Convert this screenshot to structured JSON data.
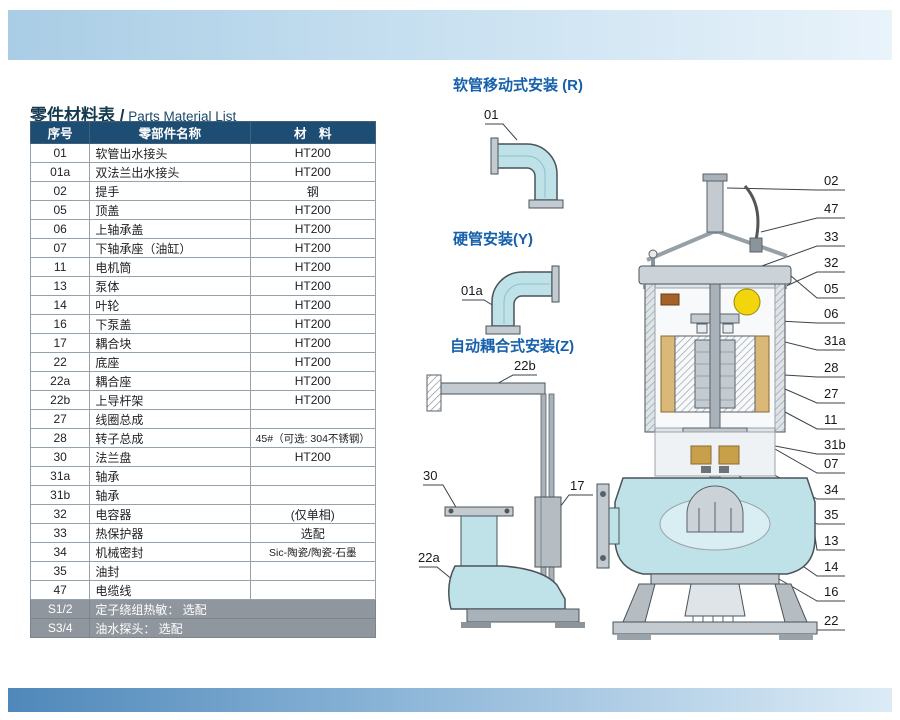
{
  "title": {
    "zh": "零件材料表 /",
    "en": " Parts Material List"
  },
  "table": {
    "headers": [
      "序号",
      "零部件名称",
      "材　料"
    ],
    "rows": [
      {
        "no": "01",
        "name": "软管出水接头",
        "material": "HT200"
      },
      {
        "no": "01a",
        "name": "双法兰出水接头",
        "material": "HT200"
      },
      {
        "no": "02",
        "name": "提手",
        "material": "钢"
      },
      {
        "no": "05",
        "name": "顶盖",
        "material": "HT200"
      },
      {
        "no": "06",
        "name": "上轴承盖",
        "material": "HT200"
      },
      {
        "no": "07",
        "name": "下轴承座（油缸）",
        "material": "HT200"
      },
      {
        "no": "11",
        "name": "电机筒",
        "material": "HT200"
      },
      {
        "no": "13",
        "name": "泵体",
        "material": "HT200"
      },
      {
        "no": "14",
        "name": "叶轮",
        "material": "HT200"
      },
      {
        "no": "16",
        "name": "下泵盖",
        "material": "HT200"
      },
      {
        "no": "17",
        "name": "耦合块",
        "material": "HT200"
      },
      {
        "no": "22",
        "name": "底座",
        "material": "HT200"
      },
      {
        "no": "22a",
        "name": "耦合座",
        "material": "HT200"
      },
      {
        "no": "22b",
        "name": "上导杆架",
        "material": "HT200"
      },
      {
        "no": "27",
        "name": "线圈总成",
        "material": ""
      },
      {
        "no": "28",
        "name": "转子总成",
        "material": "45#（可选: 304不锈钢）"
      },
      {
        "no": "30",
        "name": "法兰盘",
        "material": "HT200"
      },
      {
        "no": "31a",
        "name": "轴承",
        "material": ""
      },
      {
        "no": "31b",
        "name": "轴承",
        "material": ""
      },
      {
        "no": "32",
        "name": "电容器",
        "material": "(仅单相)"
      },
      {
        "no": "33",
        "name": "热保护器",
        "material": "选配"
      },
      {
        "no": "34",
        "name": "机械密封",
        "material": "Sic-陶瓷/陶瓷-石墨"
      },
      {
        "no": "35",
        "name": "油封",
        "material": ""
      },
      {
        "no": "47",
        "name": "电缆线",
        "material": ""
      }
    ],
    "notes": [
      {
        "no": "S1/2",
        "text": "定子绕组热敏： 选配"
      },
      {
        "no": "S3/4",
        "text": "油水探头： 选配"
      }
    ]
  },
  "installations": {
    "hose": {
      "title": "软管移动式安装 (R)",
      "label": "01"
    },
    "rigid": {
      "title": "硬管安装(Y)",
      "label": "01a"
    },
    "coupling": {
      "title": "自动耦合式安装(Z)",
      "labels": {
        "bracket": "22b",
        "flange": "30",
        "claw": "17",
        "seat": "22a"
      }
    }
  },
  "pump_diagram": {
    "callouts": [
      "02",
      "47",
      "33",
      "32",
      "05",
      "06",
      "31a",
      "28",
      "27",
      "11",
      "31b",
      "07",
      "34",
      "35",
      "13",
      "14",
      "16",
      "22"
    ]
  },
  "colors": {
    "accent_blue": "#1560ab",
    "table_header_blue": "#1e4d74",
    "note_gray": "#8f969d",
    "casing_cyan": "#bfe2e8",
    "capacitor_yellow": "#f3d50e",
    "coil_tan": "#d9b878"
  }
}
